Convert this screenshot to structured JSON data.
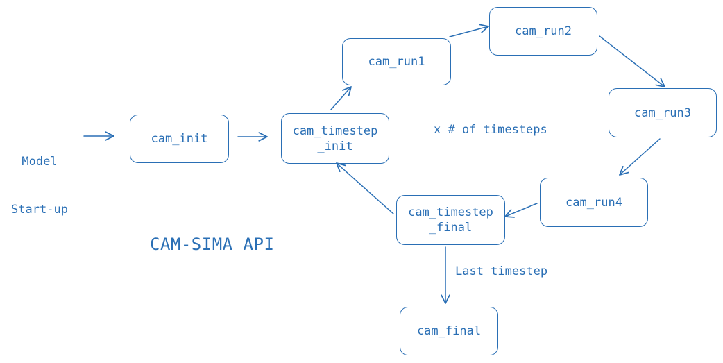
{
  "diagram": {
    "title": "CAM-SIMA API",
    "start_label": [
      "Model",
      "Start-up"
    ],
    "loop_label": "x # of timesteps",
    "exit_label": "Last timestep",
    "nodes": {
      "cam_init": [
        "cam_init"
      ],
      "cam_timestep_init": [
        "cam_timestep",
        "_init"
      ],
      "cam_run1": [
        "cam_run1"
      ],
      "cam_run2": [
        "cam_run2"
      ],
      "cam_run3": [
        "cam_run3"
      ],
      "cam_run4": [
        "cam_run4"
      ],
      "cam_timestep_final": [
        "cam_timestep",
        "_final"
      ],
      "cam_final": [
        "cam_final"
      ]
    },
    "edges": [
      {
        "from": "start",
        "to": "cam_init"
      },
      {
        "from": "cam_init",
        "to": "cam_timestep_init"
      },
      {
        "from": "cam_timestep_init",
        "to": "cam_run1"
      },
      {
        "from": "cam_run1",
        "to": "cam_run2"
      },
      {
        "from": "cam_run2",
        "to": "cam_run3"
      },
      {
        "from": "cam_run3",
        "to": "cam_run4"
      },
      {
        "from": "cam_run4",
        "to": "cam_timestep_final"
      },
      {
        "from": "cam_timestep_final",
        "to": "cam_timestep_init"
      },
      {
        "from": "cam_timestep_final",
        "to": "cam_final"
      }
    ],
    "colors": {
      "stroke": "#2a6fb5",
      "text": "#2a6fb5",
      "background": "#ffffff"
    }
  }
}
